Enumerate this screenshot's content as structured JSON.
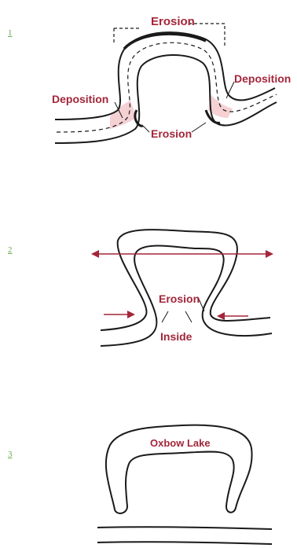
{
  "colors": {
    "ink": "#1a1a1a",
    "accent": "#a3263a",
    "highlight": "#f2c6c9",
    "step_number": "#6aa84f"
  },
  "steps": [
    {
      "number": "1",
      "labels": {
        "erosion_top": "Erosion",
        "deposition_left": "Deposition",
        "deposition_right": "Deposition",
        "erosion_neck": "Erosion"
      }
    },
    {
      "number": "2",
      "labels": {
        "erosion": "Erosion",
        "inside": "Inside"
      }
    },
    {
      "number": "3",
      "labels": {
        "lake": "Oxbow Lake"
      }
    }
  ]
}
